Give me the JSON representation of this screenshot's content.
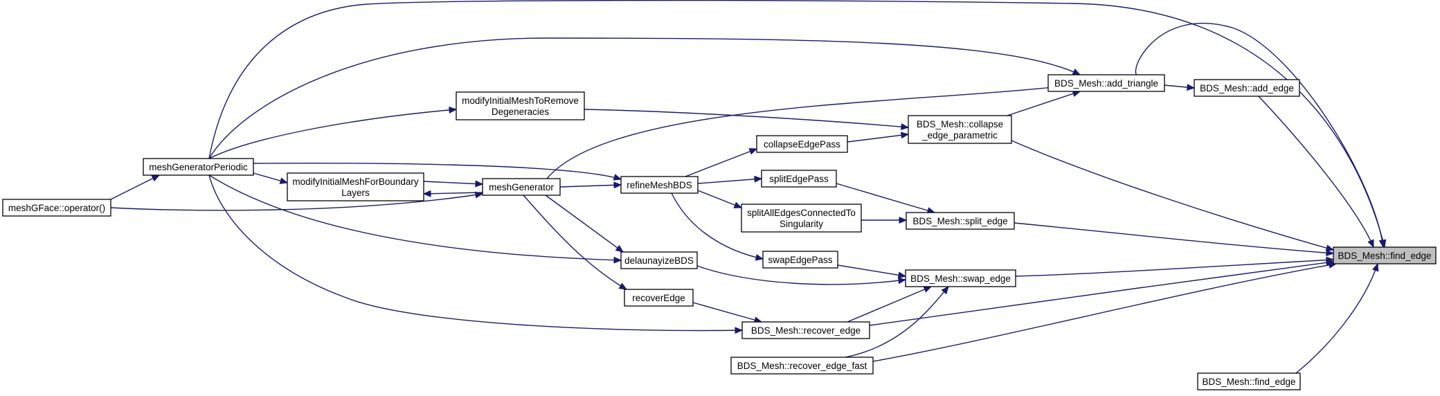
{
  "diagram": {
    "nodes": {
      "find_edge_main": {
        "lines": [
          "BDS_Mesh::find_edge"
        ],
        "highlight": true
      },
      "add_edge": {
        "lines": [
          "BDS_Mesh::add_edge"
        ]
      },
      "find_edge_other": {
        "lines": [
          "BDS_Mesh::find_edge"
        ]
      },
      "add_triangle": {
        "lines": [
          "BDS_Mesh::add_triangle"
        ]
      },
      "collapse_param": {
        "lines": [
          "BDS_Mesh::collapse",
          "_edge_parametric"
        ]
      },
      "split_edge": {
        "lines": [
          "BDS_Mesh::split_edge"
        ]
      },
      "swap_edge": {
        "lines": [
          "BDS_Mesh::swap_edge"
        ]
      },
      "recover_edge": {
        "lines": [
          "BDS_Mesh::recover_edge"
        ]
      },
      "recover_edge_fast": {
        "lines": [
          "BDS_Mesh::recover_edge_fast"
        ]
      },
      "modify_degen": {
        "lines": [
          "modifyInitialMeshToRemove",
          "Degeneracies"
        ]
      },
      "collapse_pass": {
        "lines": [
          "collapseEdgePass"
        ]
      },
      "split_pass": {
        "lines": [
          "splitEdgePass"
        ]
      },
      "split_all": {
        "lines": [
          "splitAllEdgesConnectedTo",
          "Singularity"
        ]
      },
      "swap_pass": {
        "lines": [
          "swapEdgePass"
        ]
      },
      "refine": {
        "lines": [
          "refineMeshBDS"
        ]
      },
      "delaunay": {
        "lines": [
          "delaunayizeBDS"
        ]
      },
      "recover_e": {
        "lines": [
          "recoverEdge"
        ]
      },
      "mesh_gen": {
        "lines": [
          "meshGenerator"
        ]
      },
      "modify_bl": {
        "lines": [
          "modifyInitialMeshForBoundary",
          "Layers"
        ]
      },
      "periodic": {
        "lines": [
          "meshGeneratorPeriodic"
        ]
      },
      "operator": {
        "lines": [
          "meshGFace::operator()"
        ]
      }
    },
    "edges": [
      [
        "find_edge_main",
        "add_edge"
      ],
      [
        "find_edge_main",
        "find_edge_other"
      ],
      [
        "find_edge_main",
        "add_triangle"
      ],
      [
        "find_edge_main",
        "collapse_param"
      ],
      [
        "find_edge_main",
        "split_edge"
      ],
      [
        "find_edge_main",
        "swap_edge"
      ],
      [
        "find_edge_main",
        "recover_edge"
      ],
      [
        "find_edge_main",
        "recover_edge_fast"
      ],
      [
        "find_edge_main",
        "periodic"
      ],
      [
        "add_edge",
        "add_triangle"
      ],
      [
        "add_triangle",
        "collapse_param"
      ],
      [
        "add_triangle",
        "mesh_gen"
      ],
      [
        "add_triangle",
        "periodic"
      ],
      [
        "collapse_param",
        "collapse_pass"
      ],
      [
        "collapse_param",
        "modify_degen"
      ],
      [
        "split_edge",
        "split_pass"
      ],
      [
        "split_edge",
        "split_all"
      ],
      [
        "swap_edge",
        "swap_pass"
      ],
      [
        "swap_edge",
        "delaunay"
      ],
      [
        "swap_edge",
        "recover_edge"
      ],
      [
        "swap_edge",
        "recover_edge_fast"
      ],
      [
        "recover_edge",
        "recover_e"
      ],
      [
        "recover_edge",
        "periodic"
      ],
      [
        "modify_degen",
        "periodic"
      ],
      [
        "collapse_pass",
        "refine"
      ],
      [
        "split_pass",
        "refine"
      ],
      [
        "split_all",
        "refine"
      ],
      [
        "swap_pass",
        "refine"
      ],
      [
        "refine",
        "mesh_gen"
      ],
      [
        "refine",
        "periodic"
      ],
      [
        "delaunay",
        "mesh_gen"
      ],
      [
        "delaunay",
        "periodic"
      ],
      [
        "recover_e",
        "mesh_gen"
      ],
      [
        "mesh_gen",
        "modify_bl"
      ],
      [
        "mesh_gen",
        "operator"
      ],
      [
        "modify_bl",
        "mesh_gen"
      ],
      [
        "modify_bl",
        "periodic"
      ],
      [
        "periodic",
        "operator"
      ]
    ]
  }
}
